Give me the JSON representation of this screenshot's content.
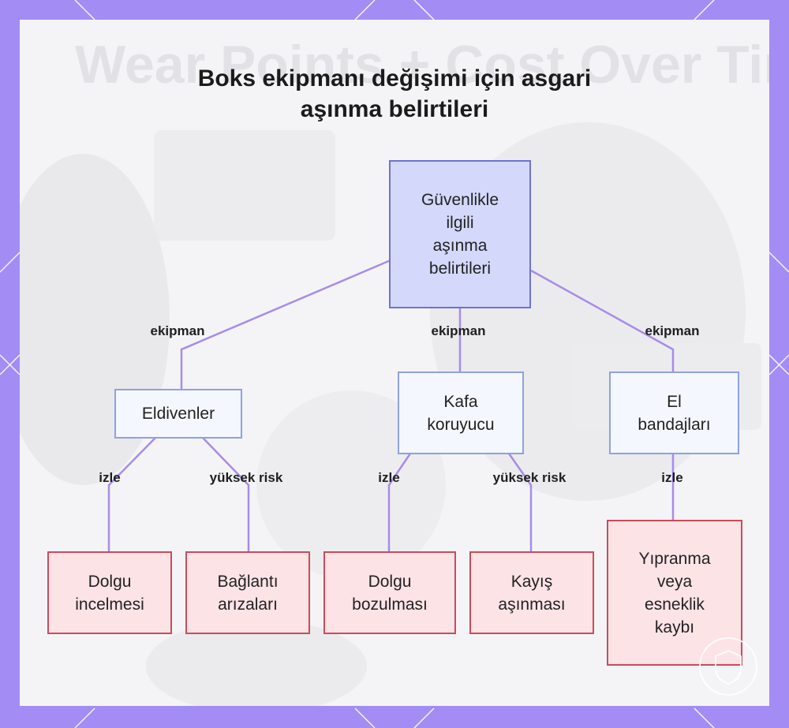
{
  "title_lines": [
    "Boks ekipmanı değişimi için asgari",
    "aşınma belirtileri"
  ],
  "background_text": "Wear Points + Cost Over Time",
  "nodes": {
    "root": "Güvenlikle\nilgili\naşınma\nbelirtileri",
    "gloves": "Eldivenler",
    "headgear": "Kafa\nkoruyucu",
    "wraps": "El\nbandajları",
    "padding_thinning": "Dolgu\nincelmesi",
    "closure_failures": "Bağlantı\narızaları",
    "padding_breakdown": "Dolgu\nbozulması",
    "strap_wear": "Kayış\naşınması",
    "fraying": "Yıpranma\nveya\nesneklik\nkaybı"
  },
  "edge_labels": {
    "root_gloves": "ekipman",
    "root_headgear": "ekipman",
    "root_wraps": "ekipman",
    "gloves_padding": "izle",
    "gloves_closure": "yüksek risk",
    "headgear_padding": "izle",
    "headgear_strap": "yüksek risk",
    "wraps_fraying": "izle"
  },
  "colors": {
    "frame": "#a48cf5",
    "panel": "#f4f4f6",
    "edge": "#a98be8",
    "root_fill": "#d4d9fb",
    "root_border": "#6c73d2",
    "mid_fill": "#f5f7fe",
    "mid_border": "#8ea2dd",
    "leaf_fill": "#fce3e6",
    "leaf_border": "#cc4a5c"
  }
}
